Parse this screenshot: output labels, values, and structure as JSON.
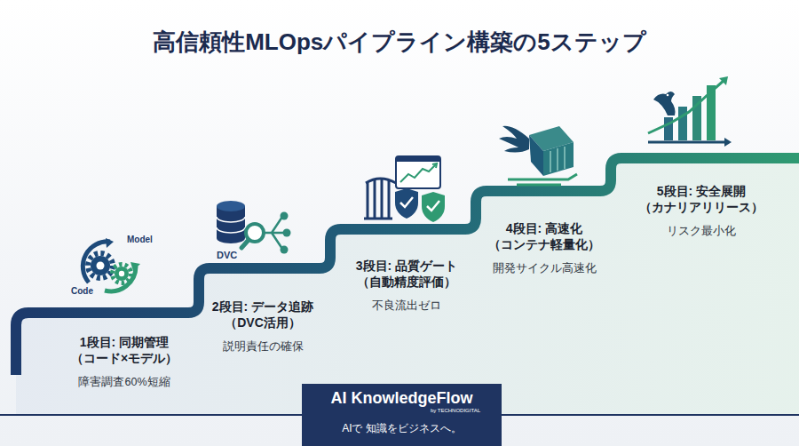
{
  "diagram": {
    "title": "高信頼性MLOpsパイプライン構築の5ステップ",
    "nodes": [
      {
        "text": [
          "1段目: 同期管理 （コード×モデル）",
          "障害調査60%短縮"
        ]
      },
      {
        "text": [
          "2段目: データ追跡 （DVC活用）",
          "説明責任の確保"
        ]
      },
      {
        "text": [
          "3段目: 品質ゲート （自動精度評価）",
          "不良流出ゼロ"
        ]
      },
      {
        "text": [
          "4段目: 高速化 （コンテナ軽量化）",
          "開発サイクル高速化"
        ]
      },
      {
        "text": [
          "5段目: 安全展開 （カナリアリリース）",
          "リスク最小化"
        ]
      },
      {
        "text": [
          "AI KnowledgeFlow",
          "by TECHNODIGITAL",
          "AIで 知識をビジネスへ。"
        ]
      }
    ],
    "labels": [
      "Model",
      "Code",
      "DVC"
    ]
  }
}
